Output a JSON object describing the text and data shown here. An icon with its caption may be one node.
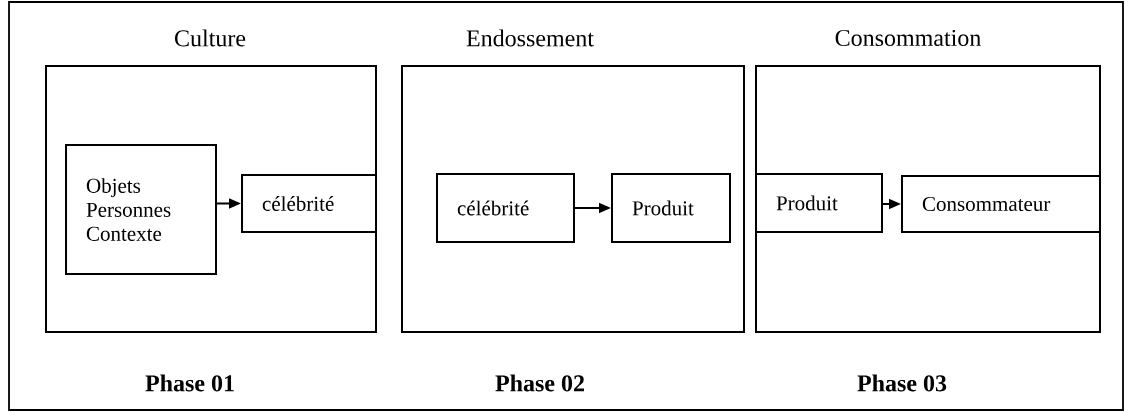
{
  "diagram": {
    "nodes": [
      {
        "text": [
          "Culture"
        ],
        "beside": [
          "Phase 01"
        ]
      },
      {
        "text": [
          "Objets Personnes Contexte"
        ],
        "in": 0
      },
      {
        "text": [
          "célébrité"
        ],
        "in": 0
      },
      {
        "text": [
          "Endossement"
        ],
        "beside": [
          "Phase 02"
        ]
      },
      {
        "text": [
          "célébrité"
        ],
        "in": 3
      },
      {
        "text": [
          "Produit"
        ],
        "in": 3
      },
      {
        "text": [
          "Consommation"
        ],
        "beside": [
          "Phase 03"
        ]
      },
      {
        "text": [
          "Produit"
        ],
        "in": 6
      },
      {
        "text": [
          "Consommateur"
        ],
        "in": 6
      }
    ],
    "edges": [
      {
        "from": 1,
        "to": 2,
        "arrow": "to"
      },
      {
        "from": 4,
        "to": 5,
        "arrow": "to"
      },
      {
        "from": 7,
        "to": 8,
        "arrow": "to"
      }
    ]
  }
}
